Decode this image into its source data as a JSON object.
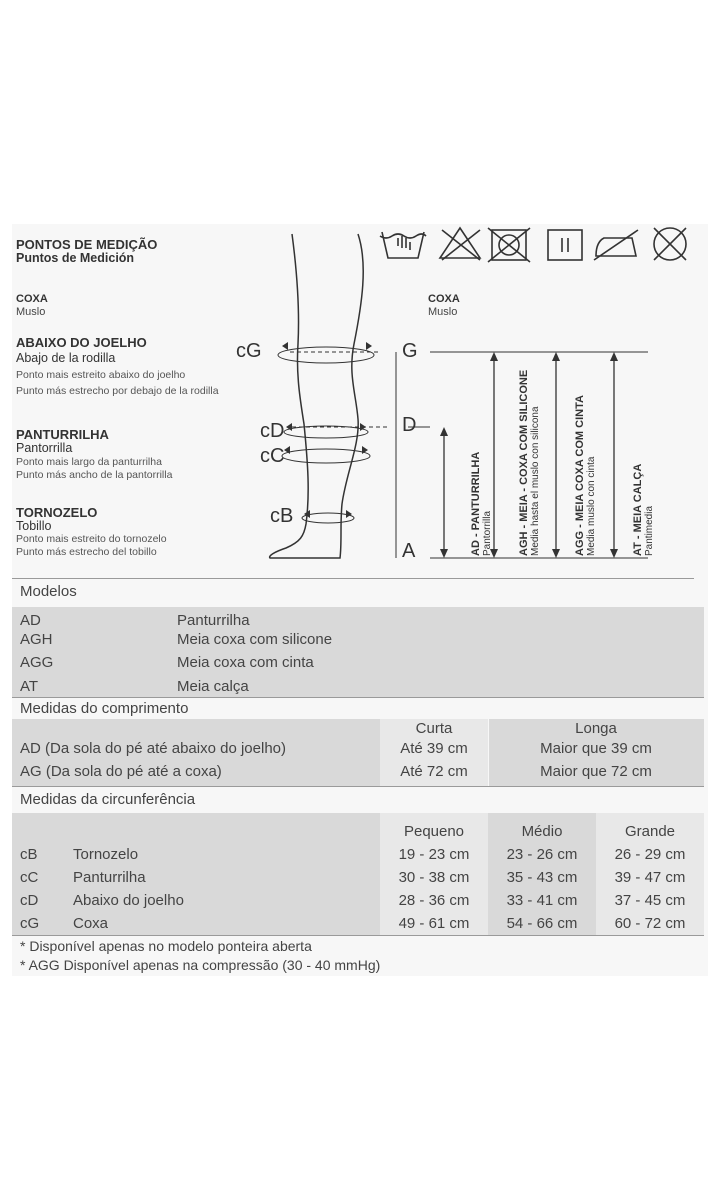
{
  "header": {
    "title": "PONTOS DE MEDIÇÃO",
    "subtitle": "Puntos de Medición"
  },
  "left_labels": {
    "coxa": {
      "pt": "COXA",
      "es": "Muslo"
    },
    "joelho": {
      "pt": "ABAIXO DO JOELHO",
      "es": "Abajo de la rodilla",
      "desc_pt": "Ponto mais estreito abaixo do joelho",
      "desc_es": "Punto más estrecho por debajo de la rodilla"
    },
    "panturrilha": {
      "pt": "PANTURRILHA",
      "es": "Pantorrilla",
      "desc_pt": "Ponto mais largo da panturrilha",
      "desc_es": "Punto más ancho de la pantorrilla"
    },
    "tornozelo": {
      "pt": "TORNOZELO",
      "es": "Tobillo",
      "desc_pt": "Ponto mais estreito do tornozelo",
      "desc_es": "Punto más estrecho del tobillo"
    }
  },
  "diagram": {
    "cG": "cG",
    "cD": "cD",
    "cC": "cC",
    "cB": "cB",
    "G": "G",
    "D": "D",
    "A": "A",
    "coxa_pt": "COXA",
    "coxa_es": "Muslo",
    "bars": [
      {
        "pt": "AD - PANTURRILHA",
        "es": "Pantorrilla"
      },
      {
        "pt": "AGH - MEIA - COXA COM SILICONE",
        "es": "Media hasta el muslo con silicona"
      },
      {
        "pt": "AGG - MEIA COXA COM CINTA",
        "es": "Media muslo con cinta"
      },
      {
        "pt": "AT - MEIA CALÇA",
        "es": "Pantimedia"
      }
    ]
  },
  "care_icons": [
    "hand-wash-icon",
    "no-bleach-icon",
    "no-tumble-dry-icon",
    "line-dry-icon",
    "no-iron-icon",
    "no-dry-clean-icon"
  ],
  "modelos": {
    "title": "Modelos",
    "rows": [
      {
        "code": "AD",
        "name": "Panturrilha"
      },
      {
        "code": "AGH",
        "name": "Meia coxa com silicone"
      },
      {
        "code": "AGG",
        "name": "Meia coxa com cinta"
      },
      {
        "code": "AT",
        "name": "Meia calça"
      }
    ]
  },
  "comprimento": {
    "title": "Medidas do comprimento",
    "headers": [
      "Curta",
      "Longa"
    ],
    "rows": [
      {
        "label": "AD (Da sola do pé até abaixo do joelho)",
        "curta": "Até 39 cm",
        "longa": "Maior que 39 cm"
      },
      {
        "label": "AG (Da sola do pé até a coxa)",
        "curta": "Até 72 cm",
        "longa": "Maior que 72 cm"
      }
    ]
  },
  "circunferencia": {
    "title": "Medidas da circunferência",
    "headers": [
      "Pequeno",
      "Médio",
      "Grande"
    ],
    "rows": [
      {
        "code": "cB",
        "name": "Tornozelo",
        "p": "19 - 23 cm",
        "m": "23 - 26 cm",
        "g": "26 - 29 cm"
      },
      {
        "code": "cC",
        "name": "Panturrilha",
        "p": "30 - 38 cm",
        "m": "35 - 43 cm",
        "g": "39 - 47 cm"
      },
      {
        "code": "cD",
        "name": "Abaixo do joelho",
        "p": "28 - 36 cm",
        "m": "33 - 41 cm",
        "g": "37 - 45 cm"
      },
      {
        "code": "cG",
        "name": "Coxa",
        "p": "49 - 61 cm",
        "m": "54 - 66 cm",
        "g": "60 - 72 cm"
      }
    ]
  },
  "footnotes": [
    "* Disponível apenas no modelo ponteira aberta",
    "* AGG Disponível apenas na compressão (30 - 40 mmHg)"
  ]
}
